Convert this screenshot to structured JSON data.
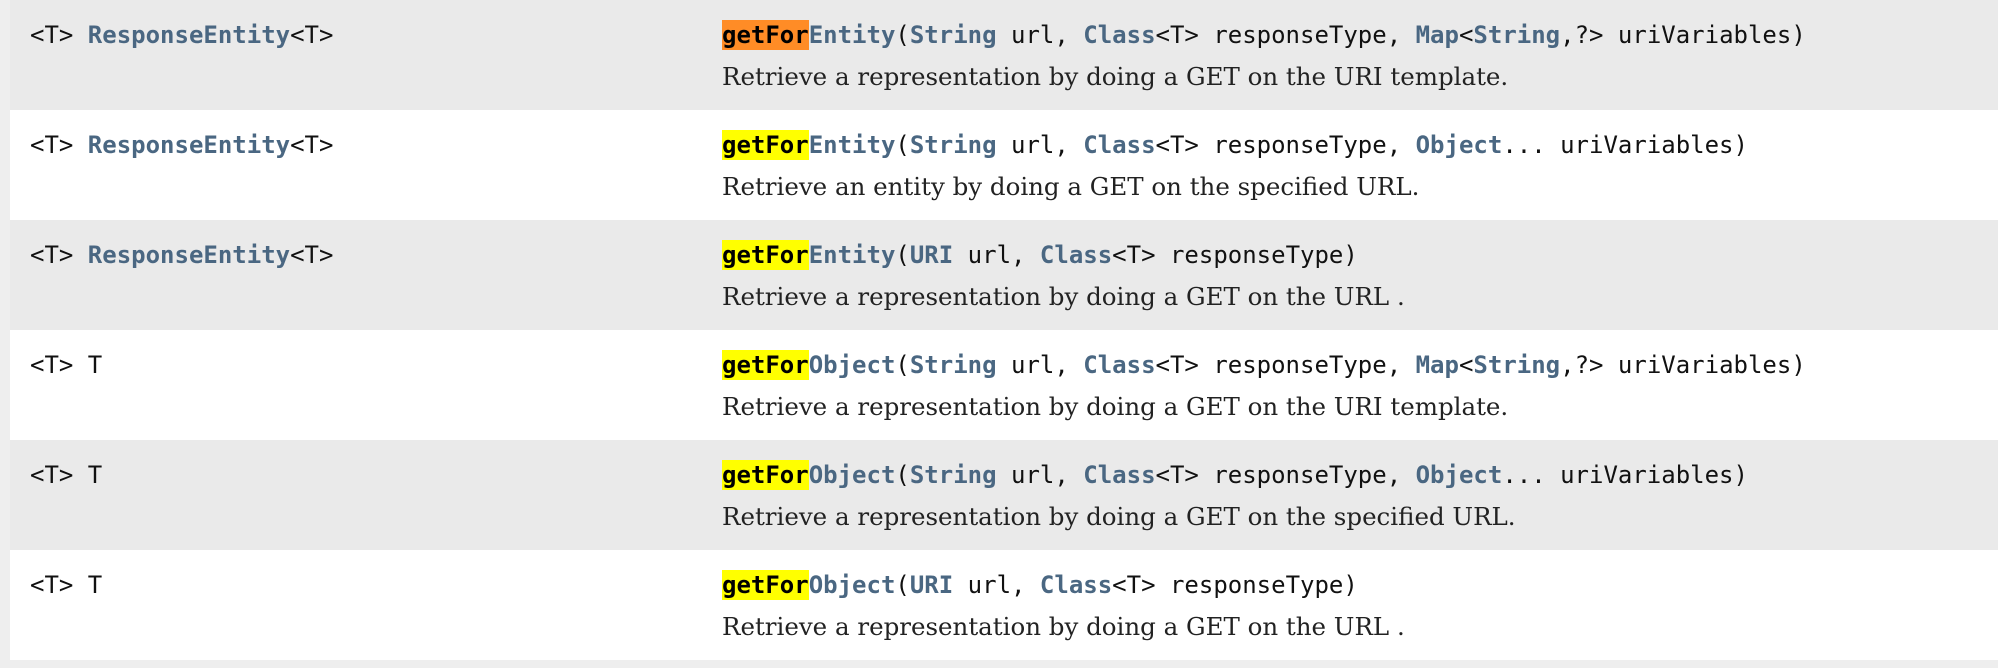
{
  "colors": {
    "row_shade": "#eaeaea",
    "row_plain": "#ffffff",
    "type_link": "#4a6782",
    "search_highlight": "#ffff00",
    "search_highlight_active": "#ff8c26"
  },
  "search_match": "getFor",
  "rows": [
    {
      "shaded": true,
      "mod_prefix": "<T> ",
      "mod_type": "ResponseEntity",
      "mod_suffix": "<T>",
      "method_match": "getFor",
      "method_rest": "Entity",
      "p1_open": "(",
      "p1_type": "String",
      "p1_text": " url, ",
      "p2_type": "Class",
      "p2_text": "<T> responseType, ",
      "p3_type": "Map",
      "p3_mid": "<",
      "p4_type": "String",
      "p4_text": ",?> uriVariables)",
      "description": "Retrieve a representation by doing a GET on the URI template."
    },
    {
      "shaded": false,
      "mod_prefix": "<T> ",
      "mod_type": "ResponseEntity",
      "mod_suffix": "<T>",
      "method_match": "getFor",
      "method_rest": "Entity",
      "p1_open": "(",
      "p1_type": "String",
      "p1_text": " url, ",
      "p2_type": "Class",
      "p2_text": "<T> responseType, ",
      "p3_type": "Object",
      "p3_mid": "... uriVariables)",
      "description": "Retrieve an entity by doing a GET on the specified URL."
    },
    {
      "shaded": true,
      "mod_prefix": "<T> ",
      "mod_type": "ResponseEntity",
      "mod_suffix": "<T>",
      "method_match": "getFor",
      "method_rest": "Entity",
      "p1_open": "(",
      "p1_type": "URI",
      "p1_text": " url, ",
      "p2_type": "Class",
      "p2_text": "<T> responseType)",
      "description": "Retrieve a representation by doing a GET on the URL ."
    },
    {
      "shaded": false,
      "mod_prefix": "<T> T",
      "method_match": "getFor",
      "method_rest": "Object",
      "p1_open": "(",
      "p1_type": "String",
      "p1_text": " url, ",
      "p2_type": "Class",
      "p2_text": "<T> responseType, ",
      "p3_type": "Map",
      "p3_mid": "<",
      "p4_type": "String",
      "p4_text": ",?> uriVariables)",
      "description": "Retrieve a representation by doing a GET on the URI template."
    },
    {
      "shaded": true,
      "mod_prefix": "<T> T",
      "method_match": "getFor",
      "method_rest": "Object",
      "p1_open": "(",
      "p1_type": "String",
      "p1_text": " url, ",
      "p2_type": "Class",
      "p2_text": "<T> responseType, ",
      "p3_type": "Object",
      "p3_mid": "... uriVariables)",
      "description": "Retrieve a representation by doing a GET on the specified URL."
    },
    {
      "shaded": false,
      "mod_prefix": "<T> T",
      "method_match": "getFor",
      "method_rest": "Object",
      "p1_open": "(",
      "p1_type": "URI",
      "p1_text": " url, ",
      "p2_type": "Class",
      "p2_text": "<T> responseType)",
      "description": "Retrieve a representation by doing a GET on the URL ."
    }
  ]
}
